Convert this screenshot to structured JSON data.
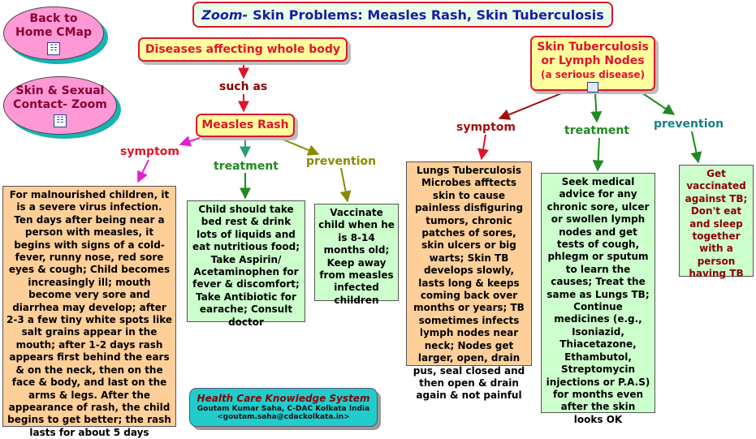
{
  "title": {
    "prefix": "Zoom-",
    "text": "Skin Problems: Measles Rash, Skin Tuberculosis"
  },
  "nav": {
    "back_home": {
      "line1": "Back to",
      "line2": "Home CMap"
    },
    "skin_sexual": {
      "line1": "Skin & Sexual",
      "line2": "Contact- Zoom"
    }
  },
  "nodes": {
    "diseases": "Diseases affecting whole body",
    "such_as": "such as",
    "measles": "Measles Rash",
    "skin_tb_line1": "Skin Tuberculosis",
    "skin_tb_line2": "or Lymph Nodes",
    "skin_tb_line3": "(a serious disease)"
  },
  "links": {
    "measles_symptom": "symptom",
    "measles_treatment": "treatment",
    "measles_prevention": "prevention",
    "tb_symptom": "symptom",
    "tb_treatment": "treatment",
    "tb_prevention": "prevention"
  },
  "leaves": {
    "measles_symptom": "For malnourished children, it is a severe virus infection. Ten days after being near a person with measles, it begins with signs of a cold-fever, runny nose, red sore eyes & cough; Child becomes increasingly ill; mouth become very sore and diarrhea may develop; after 2-3 a few tiny white spots like salt grains appear in the mouth; after 1-2 days rash appears first behind the ears & on the neck, then on the face & body, and last on the arms & legs. After the appearance of rash, the child begins to get better; the rash lasts for about 5 days",
    "measles_treatment": "Child should take bed rest & drink lots of liquids and eat nutritious food; Take Aspirin/ Acetaminophen for fever & discomfort; Take Antibiotic for earache; Consult doctor",
    "measles_prevention": "Vaccinate child when he is 8-14 months old; Keep away from measles infected children",
    "tb_symptom": "Lungs Tuberculosis Microbes afftects skin to cause painless disfiguring tumors, chronic patches of sores, skin ulcers or big warts; Skin TB develops slowly, lasts long & keeps coming back over months or years; TB sometimes infects lymph nodes near neck; Nodes get larger, open, drain pus, seal closed and then open & drain again & not painful",
    "tb_treatment": "Seek medical advice for any chronic sore, ulcer or swollen lymph nodes and get tests of cough, phlegm or sputum to learn the causes; Treat the same as Lungs TB; Continue medicines (e.g., Isoniazid, Thiacetazone, Ethambutol, Streptomycin injections or P.A.S) for months even after the skin looks OK",
    "tb_prevention": "Get vaccinated against TB; Don't eat and sleep together with a person having TB"
  },
  "footer": {
    "title": "Health Care Knowledge System",
    "author": "Goutam Kumar Saha, C-DAC Kolkata India",
    "email": "<goutam.saha@cdackolkata.in>"
  },
  "colors": {
    "red": "#e0142c",
    "dark_red": "#8a0000",
    "green": "#1f8a1f",
    "olive": "#8a8a00",
    "teal": "#1a8080",
    "magenta": "#e020d0",
    "title_blue": "#1a1aa8"
  }
}
